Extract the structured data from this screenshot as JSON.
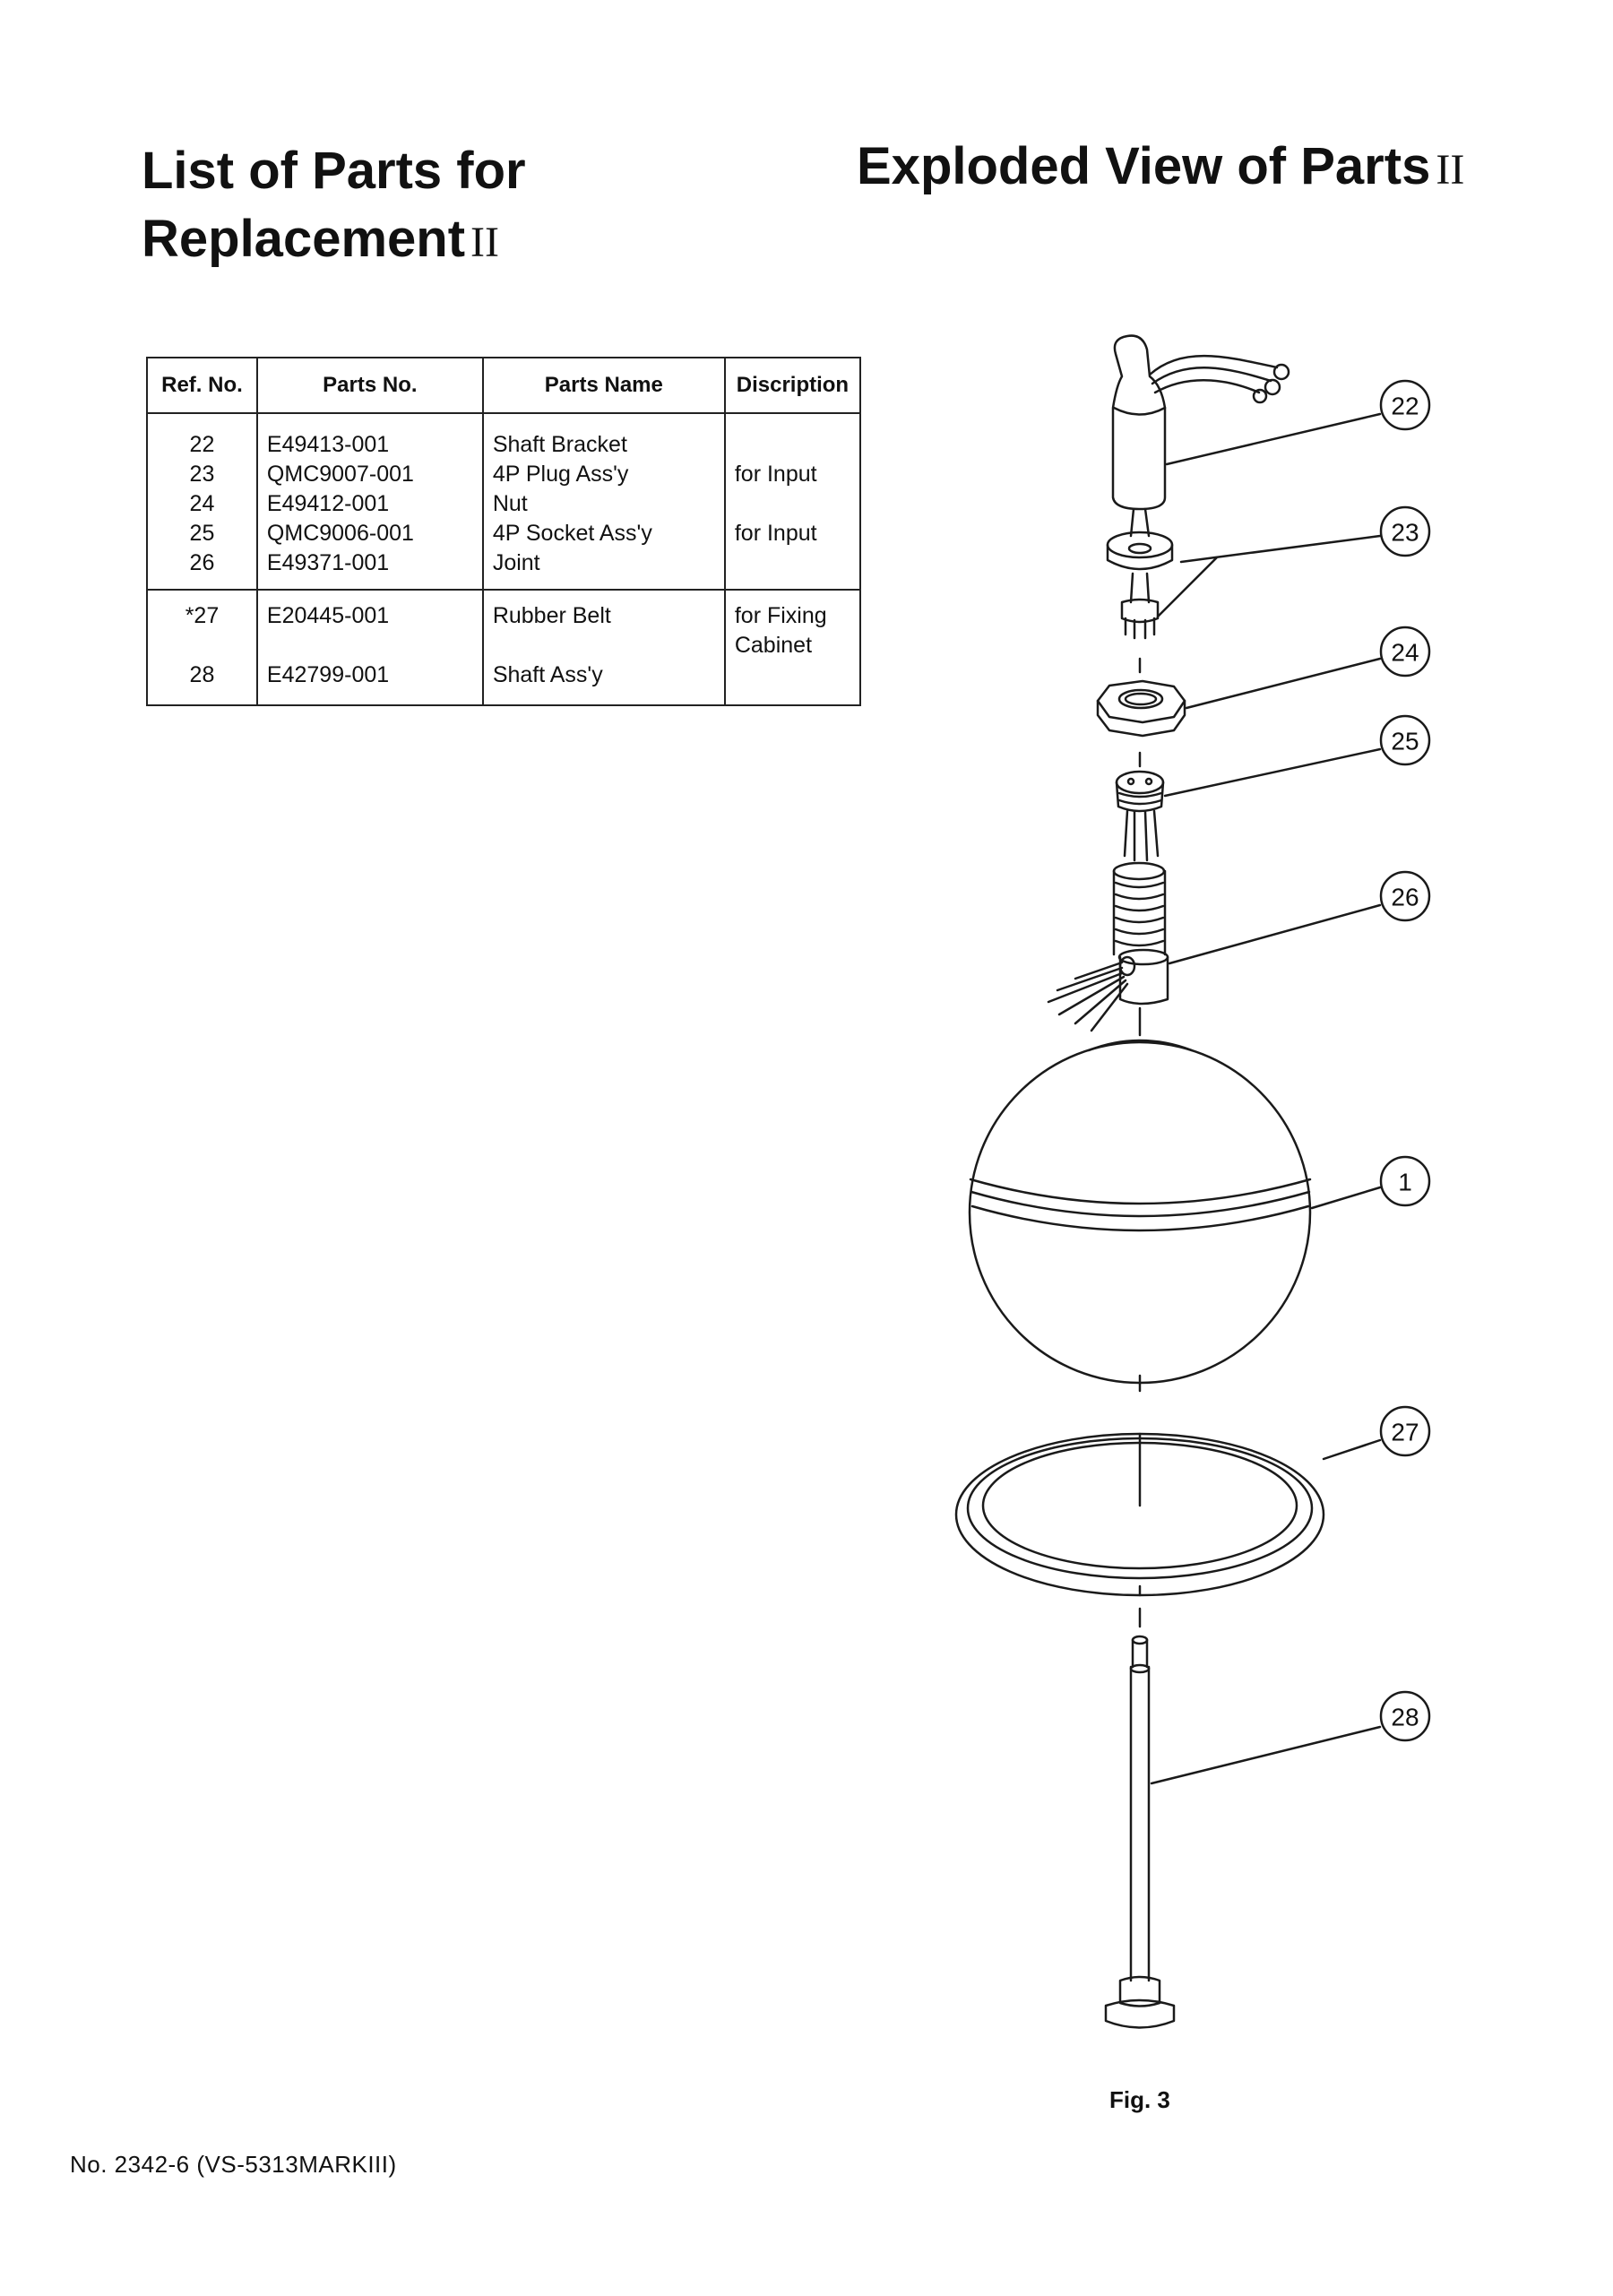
{
  "headings": {
    "left_line1": "List of Parts for",
    "left_line2": "Replacement",
    "left_roman": "II",
    "right": "Exploded View of Parts",
    "right_roman": "II"
  },
  "table": {
    "headers": [
      "Ref. No.",
      "Parts No.",
      "Parts Name",
      "Discription"
    ],
    "groups": [
      {
        "rows": [
          {
            "ref": "22",
            "parts_no": "E49413-001",
            "parts_name": "Shaft Bracket",
            "desc": ""
          },
          {
            "ref": "23",
            "parts_no": "QMC9007-001",
            "parts_name": "4P Plug Ass'y",
            "desc": "for Input"
          },
          {
            "ref": "24",
            "parts_no": "E49412-001",
            "parts_name": "Nut",
            "desc": ""
          },
          {
            "ref": "25",
            "parts_no": "QMC9006-001",
            "parts_name": "4P Socket Ass'y",
            "desc": "for Input"
          },
          {
            "ref": "26",
            "parts_no": "E49371-001",
            "parts_name": "Joint",
            "desc": ""
          }
        ]
      },
      {
        "rows": [
          {
            "ref": "*27",
            "parts_no": "E20445-001",
            "parts_name": "Rubber Belt",
            "desc": "for Fixing",
            "desc2": "Cabinet"
          },
          {
            "ref": "28",
            "parts_no": "E42799-001",
            "parts_name": "Shaft Ass'y",
            "desc": ""
          }
        ]
      }
    ]
  },
  "callouts": [
    "22",
    "23",
    "24",
    "25",
    "26",
    "1",
    "27",
    "28"
  ],
  "figure_caption": "Fig. 3",
  "footer": "No. 2342-6 (VS-5313MARKIII)"
}
